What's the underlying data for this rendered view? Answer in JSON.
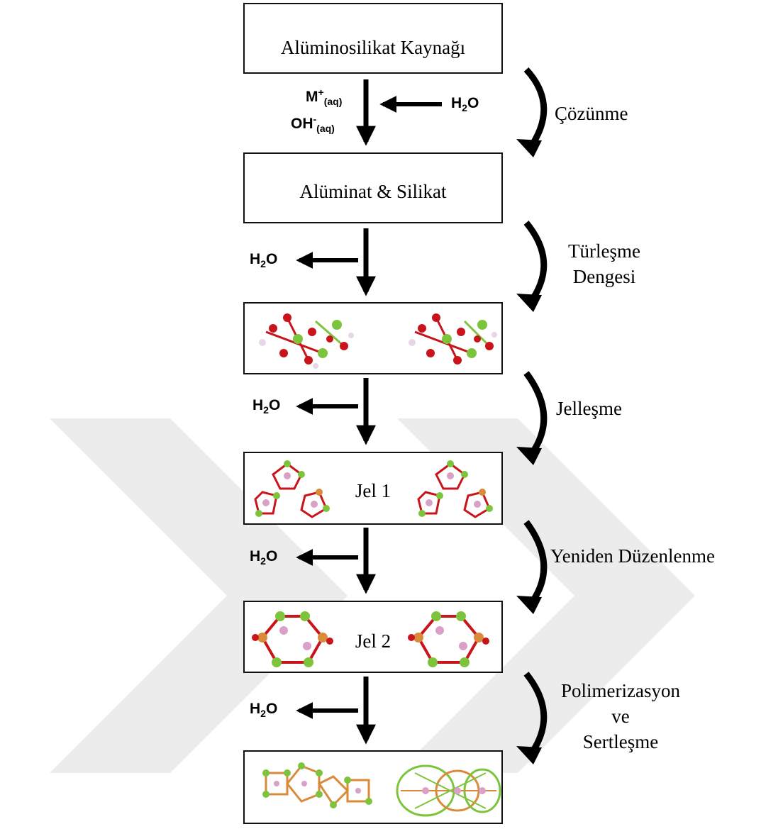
{
  "boxes": {
    "b1": "Alüminosilikat Kaynağı",
    "b2": "Alüminat & Silikat",
    "b4": "Jel 1",
    "b5": "Jel 2"
  },
  "steps": {
    "s1": "Çözünme",
    "s2a": "Türleşme",
    "s2b": "Dengesi",
    "s3": "Jelleşme",
    "s4": "Yeniden Düzenlenme",
    "s5a": "Polimerizasyon",
    "s5b": "ve",
    "s5c": "Sertleşme"
  },
  "chem": {
    "M": "M",
    "M_sup": "+",
    "aq": "(aq)",
    "OH": "OH",
    "OH_sup": "-",
    "H": "H",
    "two": "2",
    "O": "O"
  },
  "colors": {
    "oxygen": "#c8141a",
    "silicon": "#7cc43c",
    "aluminum": "#d98a3a",
    "cation": "#d9a0c8",
    "watermark": "#ececec"
  }
}
